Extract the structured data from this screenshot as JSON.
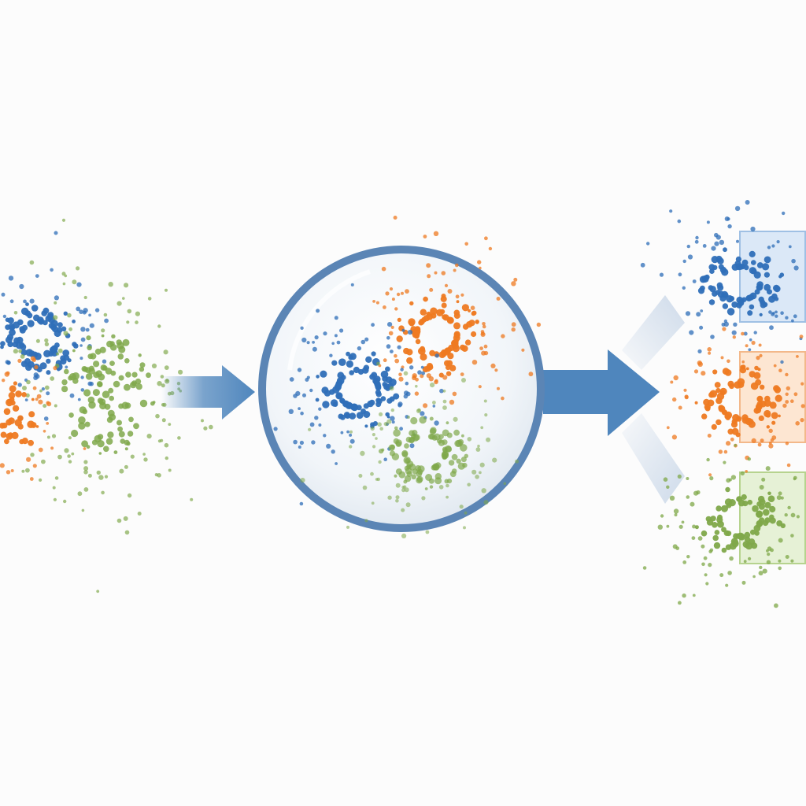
{
  "diagram": {
    "kind": "clustering-process",
    "stages": [
      "mixed-input-data",
      "clustering-lens",
      "separated-clusters"
    ],
    "colors": {
      "background": "#fcfcfc",
      "cluster_blue": "#2f6fb8",
      "cluster_orange": "#ee7a22",
      "cluster_green": "#7fa84a",
      "arrow": "#4f86bd",
      "lens_ring": "#5b85b5",
      "lens_fill": "#f2f6fa",
      "box_blue_fill": "#dbe8f7",
      "box_blue_border": "#9fc0e4",
      "box_orange_fill": "#fde6d2",
      "box_orange_border": "#f3b88a",
      "box_green_fill": "#e6f1d6",
      "box_green_border": "#b6d38e"
    },
    "icons": {
      "input_arrow": "arrow-right-icon",
      "output_arrow": "arrow-right-icon",
      "lens": "magnifier-lens-icon"
    }
  }
}
